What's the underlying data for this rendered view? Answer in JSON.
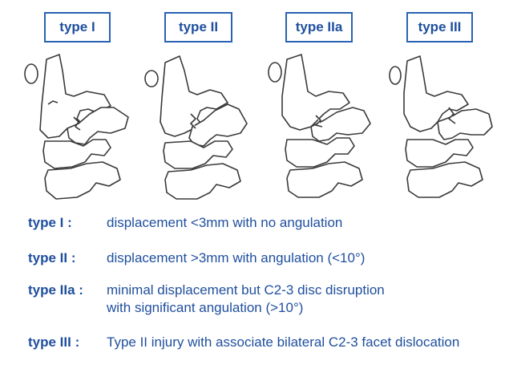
{
  "headers": [
    "type I",
    "type II",
    "type IIa",
    "type III"
  ],
  "legend": [
    {
      "term": "type I :",
      "lines": [
        "displacement <3mm with no angulation"
      ]
    },
    {
      "term": "type II :",
      "lines": [
        "displacement >3mm with angulation (<10°)"
      ]
    },
    {
      "term": "type IIa :",
      "lines": [
        "minimal displacement but C2-3 disc disruption",
        "with significant angulation (>10°)"
      ]
    },
    {
      "term": "type III :",
      "lines": [
        "Type II injury with associate bilateral C2-3 facet dislocation"
      ]
    }
  ],
  "colors": {
    "accent": "#1f4f9e",
    "border": "#2a62b4",
    "line_art": "#3a3a3a"
  }
}
